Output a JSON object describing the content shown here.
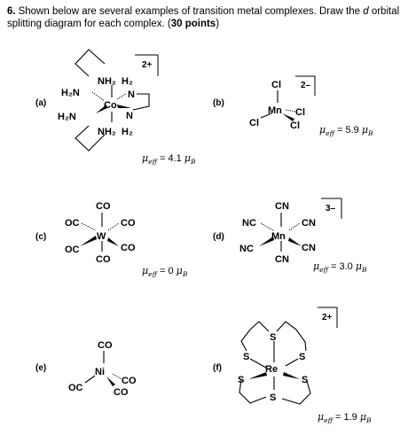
{
  "question": {
    "number": "6.",
    "text_before": "Shown below are several examples of transition metal complexes. Draw the ",
    "d": "d",
    "text_after": " orbital splitting diagram for each complex. (",
    "points": "30 points",
    "close": ")"
  },
  "labels": {
    "a": "(a)",
    "b": "(b)",
    "c": "(c)",
    "d": "(d)",
    "e": "(e)",
    "f": "(f)"
  },
  "symbols": {
    "mu": "μ",
    "eff": "eff",
    "B": "B",
    "equals": " = "
  },
  "complex_a": {
    "charge": "2+",
    "metal": "Co",
    "nh2_left_top": "H₂N",
    "nh2_left_bot": "H₂N",
    "nh2_top": "NH₂",
    "h2_top": "H₂",
    "n_right_top": "N",
    "n_right_mid": "N",
    "nh2_bot": "NH₂",
    "h2_bot": "H₂",
    "moment": "4.1"
  },
  "complex_b": {
    "charge": "2–",
    "metal": "Mn",
    "cl_top": "Cl",
    "cl_left": "Cl",
    "cl_right": "Cl",
    "cl_bottom": "Cl",
    "moment": "5.9"
  },
  "complex_c": {
    "metal": "W",
    "co_top": "CO",
    "oc_upper_left": "OC",
    "co_upper_right": "CO",
    "oc_lower_left": "OC",
    "co_lower_right": "CO",
    "co_bottom": "CO",
    "moment": "0"
  },
  "complex_d": {
    "charge": "3–",
    "metal": "Mn",
    "cn_top": "CN",
    "nc_upper_left": "NC",
    "cn_upper_right": "CN",
    "nc_lower_left": "NC",
    "cn_lower_right": "CN",
    "cn_bottom": "CN",
    "moment": "3.0"
  },
  "complex_e": {
    "metal": "Ni",
    "co_top": "CO",
    "oc_left": "OC",
    "co_right": "CO",
    "co_bottom": "CO"
  },
  "complex_f": {
    "charge": "2+",
    "metal": "Re",
    "s": "S",
    "moment": "1.9"
  }
}
